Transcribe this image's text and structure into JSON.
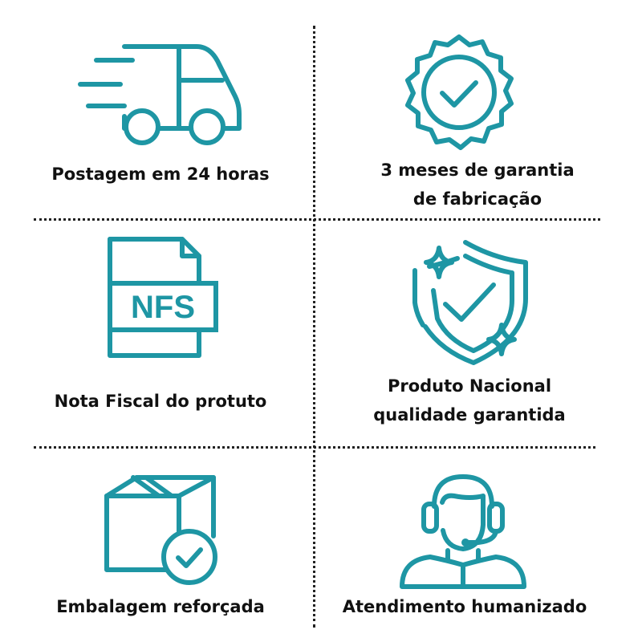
{
  "colors": {
    "accent": "#1e96a4",
    "text": "#111111",
    "divider": "#222222"
  },
  "features": [
    {
      "icon": "delivery-truck-icon",
      "lines": [
        "Postagem em 24 horas"
      ]
    },
    {
      "icon": "warranty-badge-icon",
      "lines": [
        "3 meses de garantia",
        "de fabricação"
      ]
    },
    {
      "icon": "invoice-document-icon",
      "icon_text": "NFS",
      "lines": [
        "Nota Fiscal do protuto"
      ]
    },
    {
      "icon": "shield-check-icon",
      "lines": [
        "Produto Nacional",
        "qualidade garantida"
      ]
    },
    {
      "icon": "package-check-icon",
      "lines": [
        "Embalagem reforçada"
      ]
    },
    {
      "icon": "support-headset-icon",
      "lines": [
        "Atendimento humanizado"
      ]
    }
  ]
}
